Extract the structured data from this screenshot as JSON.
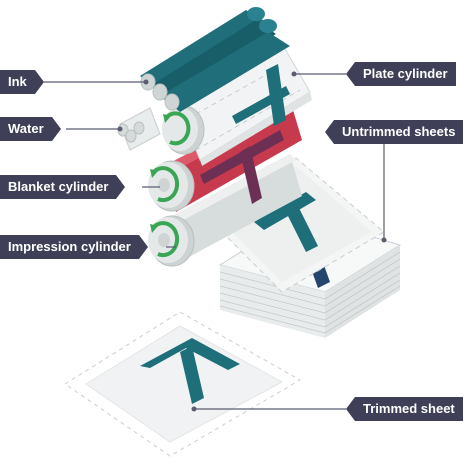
{
  "labels": {
    "ink": "Ink",
    "water": "Water",
    "blanket_cylinder": "Blanket cylinder",
    "impression_cylinder": "Impression cylinder",
    "plate_cylinder": "Plate cylinder",
    "untrimmed_sheets": "Untrimmed sheets",
    "trimmed_sheet": "Trimmed sheet"
  },
  "colors": {
    "label_background": "#3f4057",
    "label_text": "#ffffff",
    "ink_rollers": "#1f6e7a",
    "plate_cylinder": "#eef0f0",
    "blanket_cylinder": "#c73a4d",
    "impression_cylinder": "#dfe3e3",
    "rotation_arrow": "#3aa655",
    "print_letter": "#1e6f7a",
    "print_letter_wet": "#24466e",
    "paper": "#f1f2f3",
    "leader_line": "#5a5c70"
  },
  "icons": {
    "rotation": "curved-arrow-icon",
    "printed_letter": "letter-t-icon"
  }
}
